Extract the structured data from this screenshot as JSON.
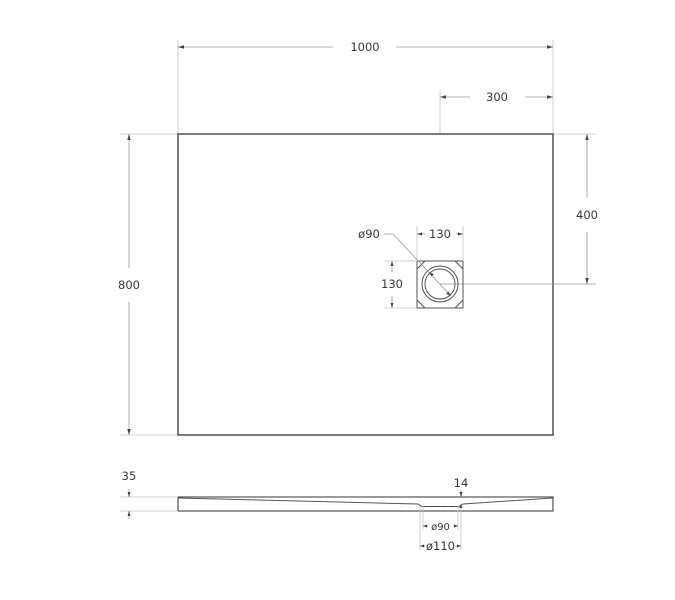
{
  "drawing": {
    "type": "shower tray technical drawing",
    "units": "mm",
    "plan_view": {
      "width_label": "1000",
      "height_label": "800",
      "drain_offset_x_label": "300",
      "drain_offset_y_label": "400",
      "drain_box_width_label": "130",
      "drain_box_height_label": "130",
      "drain_diameter_label": "ø90"
    },
    "side_view": {
      "thickness_label": "35",
      "drain_depth_label": "14",
      "inner_diameter_label": "ø90",
      "outer_diameter_label": "ø110"
    }
  },
  "colors": {
    "outline": "#444444",
    "dimension_line": "#9a9a9a",
    "extension_line": "#c4c4c4",
    "text": "#3a3a3a",
    "background": "#ffffff"
  }
}
